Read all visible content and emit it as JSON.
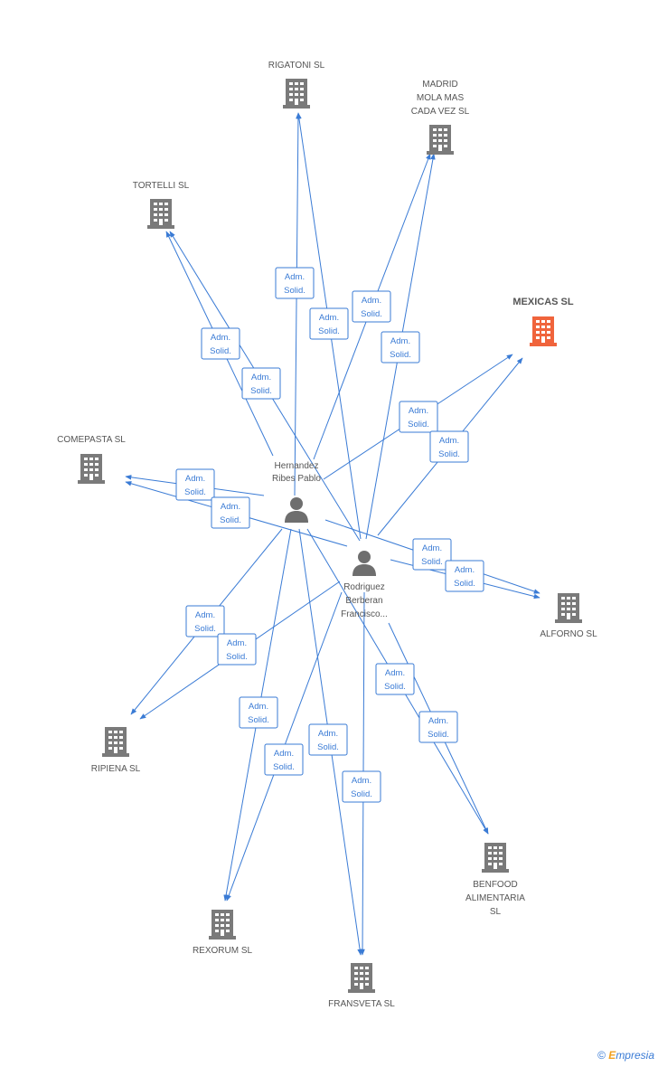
{
  "colors": {
    "edge": "#3a7bd5",
    "building": "#7a7a7a",
    "focus_building": "#f0643c",
    "person": "#6e6e6e"
  },
  "nodes": [
    {
      "id": "rigatoni",
      "kind": "company",
      "lines": [
        "RIGATONI SL"
      ]
    },
    {
      "id": "madrid",
      "kind": "company",
      "lines": [
        "MADRID",
        "MOLA MAS",
        "CADA VEZ SL"
      ]
    },
    {
      "id": "tortelli",
      "kind": "company",
      "lines": [
        "TORTELLI SL"
      ]
    },
    {
      "id": "mexicas",
      "kind": "focus",
      "lines": [
        "MEXICAS SL"
      ]
    },
    {
      "id": "comepasta",
      "kind": "company",
      "lines": [
        "COMEPASTA SL"
      ]
    },
    {
      "id": "hernandez",
      "kind": "person",
      "lines": [
        "Hernandez",
        "Ribes Pablo"
      ]
    },
    {
      "id": "rodriguez",
      "kind": "person",
      "lines": [
        "Rodriguez",
        "Berberan",
        "Francisco..."
      ]
    },
    {
      "id": "alforno",
      "kind": "company",
      "lines": [
        "ALFORNO SL"
      ]
    },
    {
      "id": "ripiena",
      "kind": "company",
      "lines": [
        "RIPIENA SL"
      ]
    },
    {
      "id": "benfood",
      "kind": "company",
      "lines": [
        "BENFOOD",
        "ALIMENTARIA",
        "SL"
      ]
    },
    {
      "id": "rexorum",
      "kind": "company",
      "lines": [
        "REXORUM SL"
      ]
    },
    {
      "id": "fransveta",
      "kind": "company",
      "lines": [
        "FRANSVETA SL"
      ]
    }
  ],
  "edges": [
    {
      "from": "hernandez",
      "to": "rigatoni",
      "label": [
        "Adm.",
        "Solid."
      ]
    },
    {
      "from": "rodriguez",
      "to": "rigatoni",
      "label": [
        "Adm.",
        "Solid."
      ]
    },
    {
      "from": "hernandez",
      "to": "madrid",
      "label": [
        "Adm.",
        "Solid."
      ]
    },
    {
      "from": "rodriguez",
      "to": "madrid",
      "label": [
        "Adm.",
        "Solid."
      ]
    },
    {
      "from": "hernandez",
      "to": "tortelli",
      "label": [
        "Adm.",
        "Solid."
      ]
    },
    {
      "from": "rodriguez",
      "to": "tortelli",
      "label": [
        "Adm.",
        "Solid."
      ]
    },
    {
      "from": "hernandez",
      "to": "mexicas",
      "label": [
        "Adm.",
        "Solid."
      ]
    },
    {
      "from": "rodriguez",
      "to": "mexicas",
      "label": [
        "Adm.",
        "Solid."
      ]
    },
    {
      "from": "hernandez",
      "to": "comepasta",
      "label": [
        "Adm.",
        "Solid."
      ]
    },
    {
      "from": "rodriguez",
      "to": "comepasta",
      "label": [
        "Adm.",
        "Solid."
      ]
    },
    {
      "from": "hernandez",
      "to": "alforno",
      "label": [
        "Adm.",
        "Solid."
      ]
    },
    {
      "from": "rodriguez",
      "to": "alforno",
      "label": [
        "Adm.",
        "Solid."
      ]
    },
    {
      "from": "hernandez",
      "to": "ripiena",
      "label": [
        "Adm.",
        "Solid."
      ]
    },
    {
      "from": "rodriguez",
      "to": "ripiena",
      "label": [
        "Adm.",
        "Solid."
      ]
    },
    {
      "from": "hernandez",
      "to": "benfood",
      "label": [
        "Adm.",
        "Solid."
      ]
    },
    {
      "from": "rodriguez",
      "to": "benfood",
      "label": [
        "Adm.",
        "Solid."
      ]
    },
    {
      "from": "hernandez",
      "to": "rexorum",
      "label": [
        "Adm.",
        "Solid."
      ]
    },
    {
      "from": "rodriguez",
      "to": "rexorum",
      "label": [
        "Adm.",
        "Solid."
      ]
    },
    {
      "from": "hernandez",
      "to": "fransveta",
      "label": [
        "Adm.",
        "Solid."
      ]
    },
    {
      "from": "rodriguez",
      "to": "fransveta",
      "label": [
        "Adm.",
        "Solid."
      ]
    }
  ],
  "footer": {
    "copyright": "©",
    "brand_initial": "E",
    "brand_rest": "mpresia"
  }
}
